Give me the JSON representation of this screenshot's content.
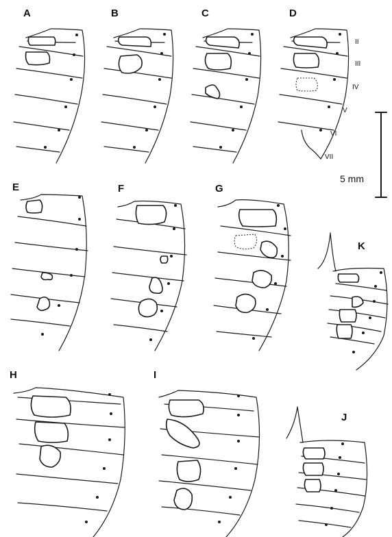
{
  "figure": {
    "panels": [
      {
        "id": "A",
        "label": "A"
      },
      {
        "id": "B",
        "label": "B"
      },
      {
        "id": "C",
        "label": "C"
      },
      {
        "id": "D",
        "label": "D"
      },
      {
        "id": "E",
        "label": "E"
      },
      {
        "id": "F",
        "label": "F"
      },
      {
        "id": "G",
        "label": "G"
      },
      {
        "id": "K",
        "label": "K"
      },
      {
        "id": "H",
        "label": "H"
      },
      {
        "id": "I",
        "label": "I"
      },
      {
        "id": "J",
        "label": "J"
      }
    ],
    "segment_labels": [
      "II",
      "III",
      "IV",
      "V",
      "VI",
      "VII"
    ],
    "scale_bar": {
      "label": "5 mm"
    }
  }
}
